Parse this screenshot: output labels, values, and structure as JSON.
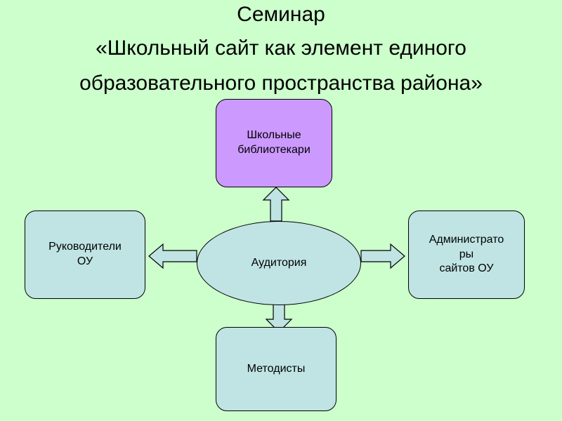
{
  "title": {
    "line1": "Семинар",
    "line2": "«Школьный сайт как элемент единого",
    "line3": "образовательного пространства района»"
  },
  "center": {
    "label": "Аудитория"
  },
  "nodes": {
    "top": "Школьные\nбиблиотекари",
    "left": "Руководители\nОУ",
    "right": "Администрато\nры\nсайтов ОУ",
    "bottom": "Методисты"
  },
  "colors": {
    "background": "#ccffcc",
    "node_fill": "#c0e4e4",
    "highlight_fill": "#cc99ff"
  }
}
